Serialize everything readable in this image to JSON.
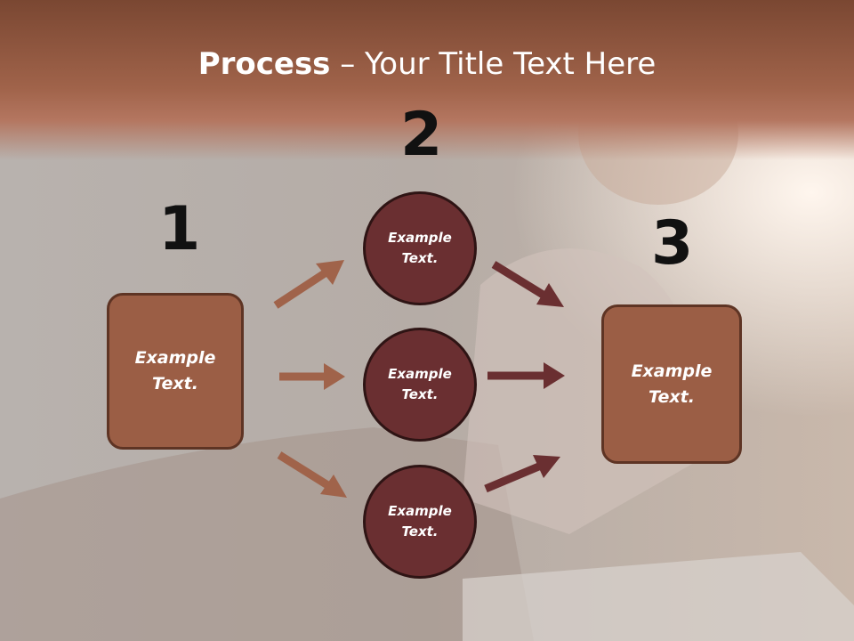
{
  "slide": {
    "title_bold": "Process",
    "title_rest": " – Your Title Text Here",
    "numbers": [
      "1",
      "2",
      "3"
    ],
    "left_box_text": "Example Text.",
    "circles": [
      "Example Text.",
      "Example Text.",
      "Example Text."
    ],
    "right_box_text": "Example Text.",
    "colors": {
      "header": "#a0634a",
      "box_fill": "#9b5e45",
      "circle_fill": "#6a2f31",
      "arrow_light": "#a0634a",
      "arrow_dark": "#6a2f31"
    }
  }
}
